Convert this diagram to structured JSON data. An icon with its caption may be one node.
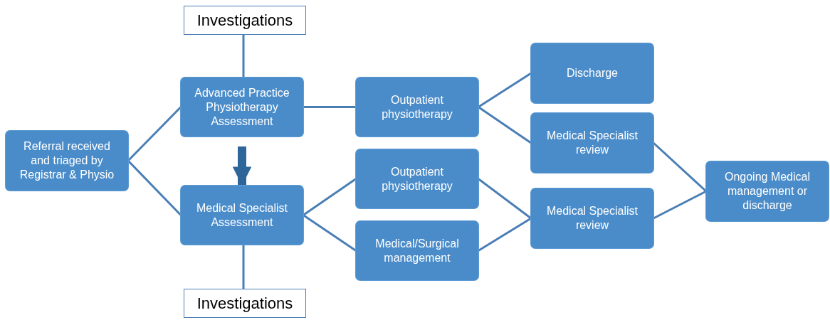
{
  "diagram": {
    "nodes": [
      {
        "text": [
          "Investigations"
        ]
      },
      {
        "text": [
          "Referral received and triaged by Registrar & Physio"
        ]
      },
      {
        "text": [
          "Advanced Practice Physiotherapy Assessment"
        ]
      },
      {
        "text": [
          "Medical Specialist Assessment"
        ]
      },
      {
        "text": [
          "Investigations"
        ]
      },
      {
        "text": [
          "Outpatient physiotherapy"
        ]
      },
      {
        "text": [
          "Outpatient physiotherapy"
        ]
      },
      {
        "text": [
          "Medical/Surgical management"
        ]
      },
      {
        "text": [
          "Discharge"
        ]
      },
      {
        "text": [
          "Medical Specialist review"
        ]
      },
      {
        "text": [
          "Medical Specialist review"
        ]
      },
      {
        "text": [
          "Ongoing  Medical management or discharge"
        ]
      }
    ],
    "edges": [
      {
        "from": 0,
        "to": 2,
        "arrow": "none"
      },
      {
        "from": 1,
        "to": 2,
        "arrow": "none"
      },
      {
        "from": 1,
        "to": 3,
        "arrow": "none"
      },
      {
        "from": 2,
        "to": 3,
        "arrow": "to",
        "style": "thick",
        "color": "#2e6699"
      },
      {
        "from": 3,
        "to": 4,
        "arrow": "none"
      },
      {
        "from": 2,
        "to": 5,
        "arrow": "none"
      },
      {
        "from": 5,
        "to": 8,
        "arrow": "none"
      },
      {
        "from": 5,
        "to": 9,
        "arrow": "none"
      },
      {
        "from": 3,
        "to": 6,
        "arrow": "none"
      },
      {
        "from": 3,
        "to": 7,
        "arrow": "none"
      },
      {
        "from": 6,
        "to": 10,
        "arrow": "none"
      },
      {
        "from": 7,
        "to": 10,
        "arrow": "none"
      },
      {
        "from": 9,
        "to": 11,
        "arrow": "none"
      },
      {
        "from": 10,
        "to": 11,
        "arrow": "none"
      }
    ]
  }
}
